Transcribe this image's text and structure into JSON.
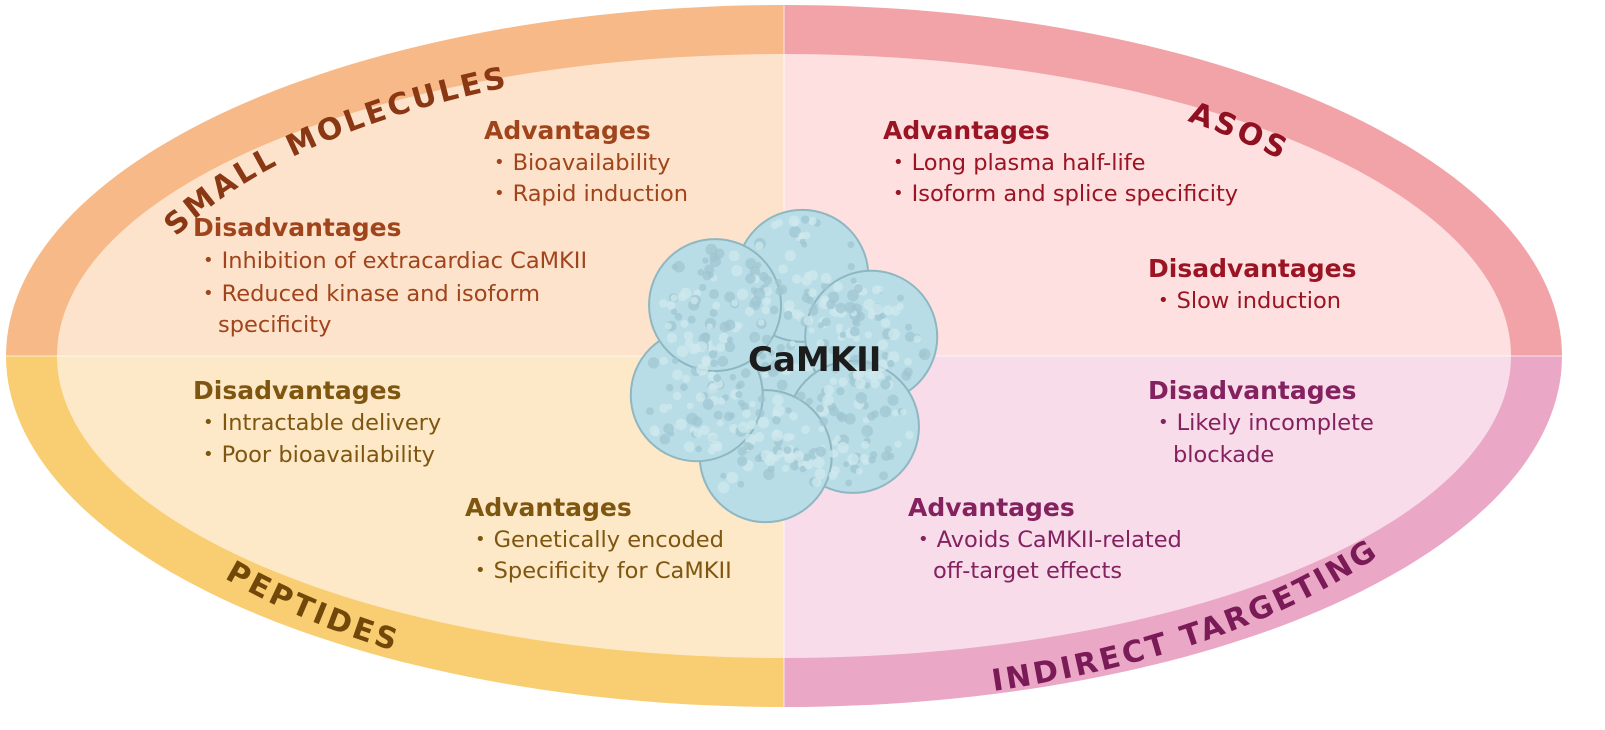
{
  "center": {
    "label": "CaMKII"
  },
  "quadrants": {
    "small_molecules": {
      "title": "SMALL MOLECULES",
      "advantages": {
        "heading": "Advantages",
        "items": [
          "Bioavailability",
          "Rapid induction"
        ]
      },
      "disadvantages": {
        "heading": "Disadvantages",
        "items": [
          "Inhibition of extracardiac CaMKII",
          "Reduced kinase and isoform",
          "specificity"
        ]
      }
    },
    "asos": {
      "title": "ASOS",
      "advantages": {
        "heading": "Advantages",
        "items": [
          "Long plasma half-life",
          "Isoform and splice specificity"
        ]
      },
      "disadvantages": {
        "heading": "Disadvantages",
        "items": [
          "Slow induction"
        ]
      }
    },
    "peptides": {
      "title": "PEPTIDES",
      "disadvantages": {
        "heading": "Disadvantages",
        "items": [
          "Intractable delivery",
          "Poor bioavailability"
        ]
      },
      "advantages": {
        "heading": "Advantages",
        "items": [
          "Genetically encoded",
          "Specificity for CaMKII"
        ]
      }
    },
    "indirect_targeting": {
      "title": "INDIRECT TARGETING",
      "disadvantages": {
        "heading": "Disadvantages",
        "items": [
          "Likely incomplete",
          "blockade"
        ]
      },
      "advantages": {
        "heading": "Advantages",
        "items": [
          "Avoids CaMKII-related",
          "off-target effects"
        ]
      }
    }
  },
  "colors": {
    "small_molecules_ring": "#f6b987",
    "small_molecules_fill": "#fde3cc",
    "asos_ring": "#f2a3a8",
    "asos_fill": "#fde0df",
    "peptides_ring": "#f9cd72",
    "peptides_fill": "#fde9c8",
    "indirect_ring": "#eaa7c6",
    "indirect_fill": "#f8dcea",
    "protein": "#b9dde6"
  }
}
